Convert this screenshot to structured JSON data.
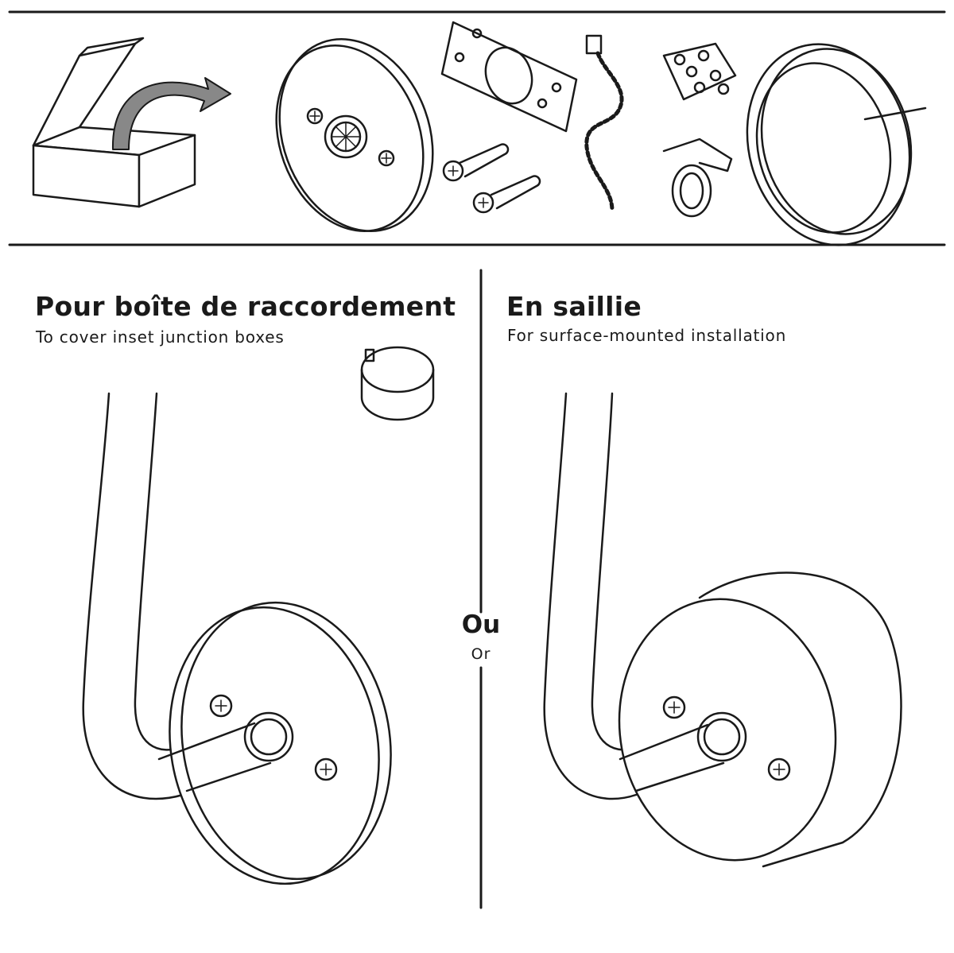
{
  "left_option": {
    "title": "Pour boîte de raccordement",
    "subtitle": "To cover inset junction boxes"
  },
  "right_option": {
    "title": "En saillie",
    "subtitle": "For surface-mounted installation"
  },
  "separator": {
    "label": "Ou",
    "sublabel": "Or"
  },
  "colors": {
    "line": "#1a1a1a",
    "arrow": "#888888",
    "background": "#ffffff"
  }
}
